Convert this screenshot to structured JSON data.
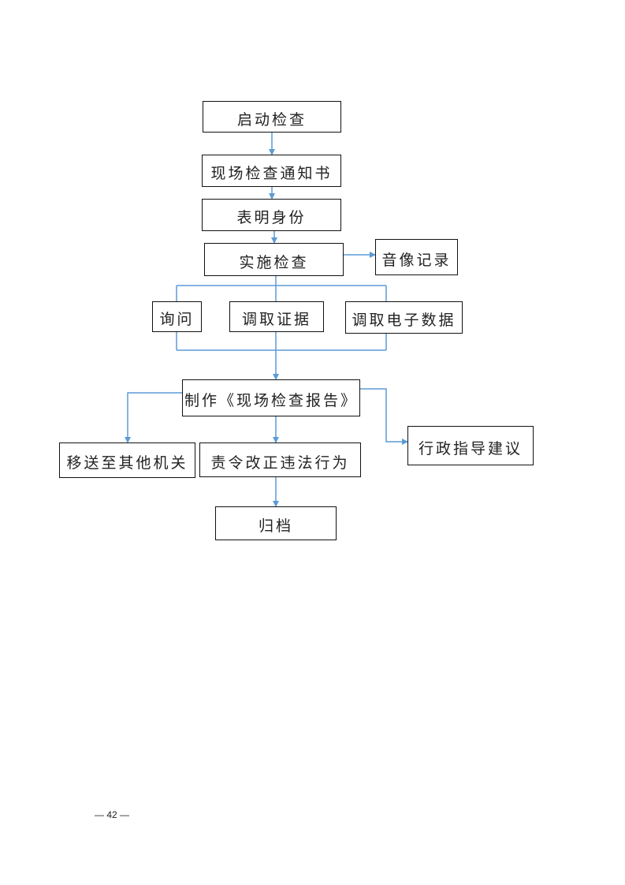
{
  "flow": {
    "start": "启动检查",
    "notice": "现场检查通知书",
    "identify": "表明身份",
    "inspect": "实施检查",
    "av_record": "音像记录",
    "inquiry": "询问",
    "evidence": "调取证据",
    "e_data": "调取电子数据",
    "report": "制作《现场检查报告》",
    "transfer": "移送至其他机关",
    "rectify": "责令改正违法行为",
    "guidance": "行政指导建议",
    "archive": "归档"
  },
  "page_number": "— 42 —",
  "colors": {
    "connector": "#5b9bd5",
    "border": "#111111"
  }
}
